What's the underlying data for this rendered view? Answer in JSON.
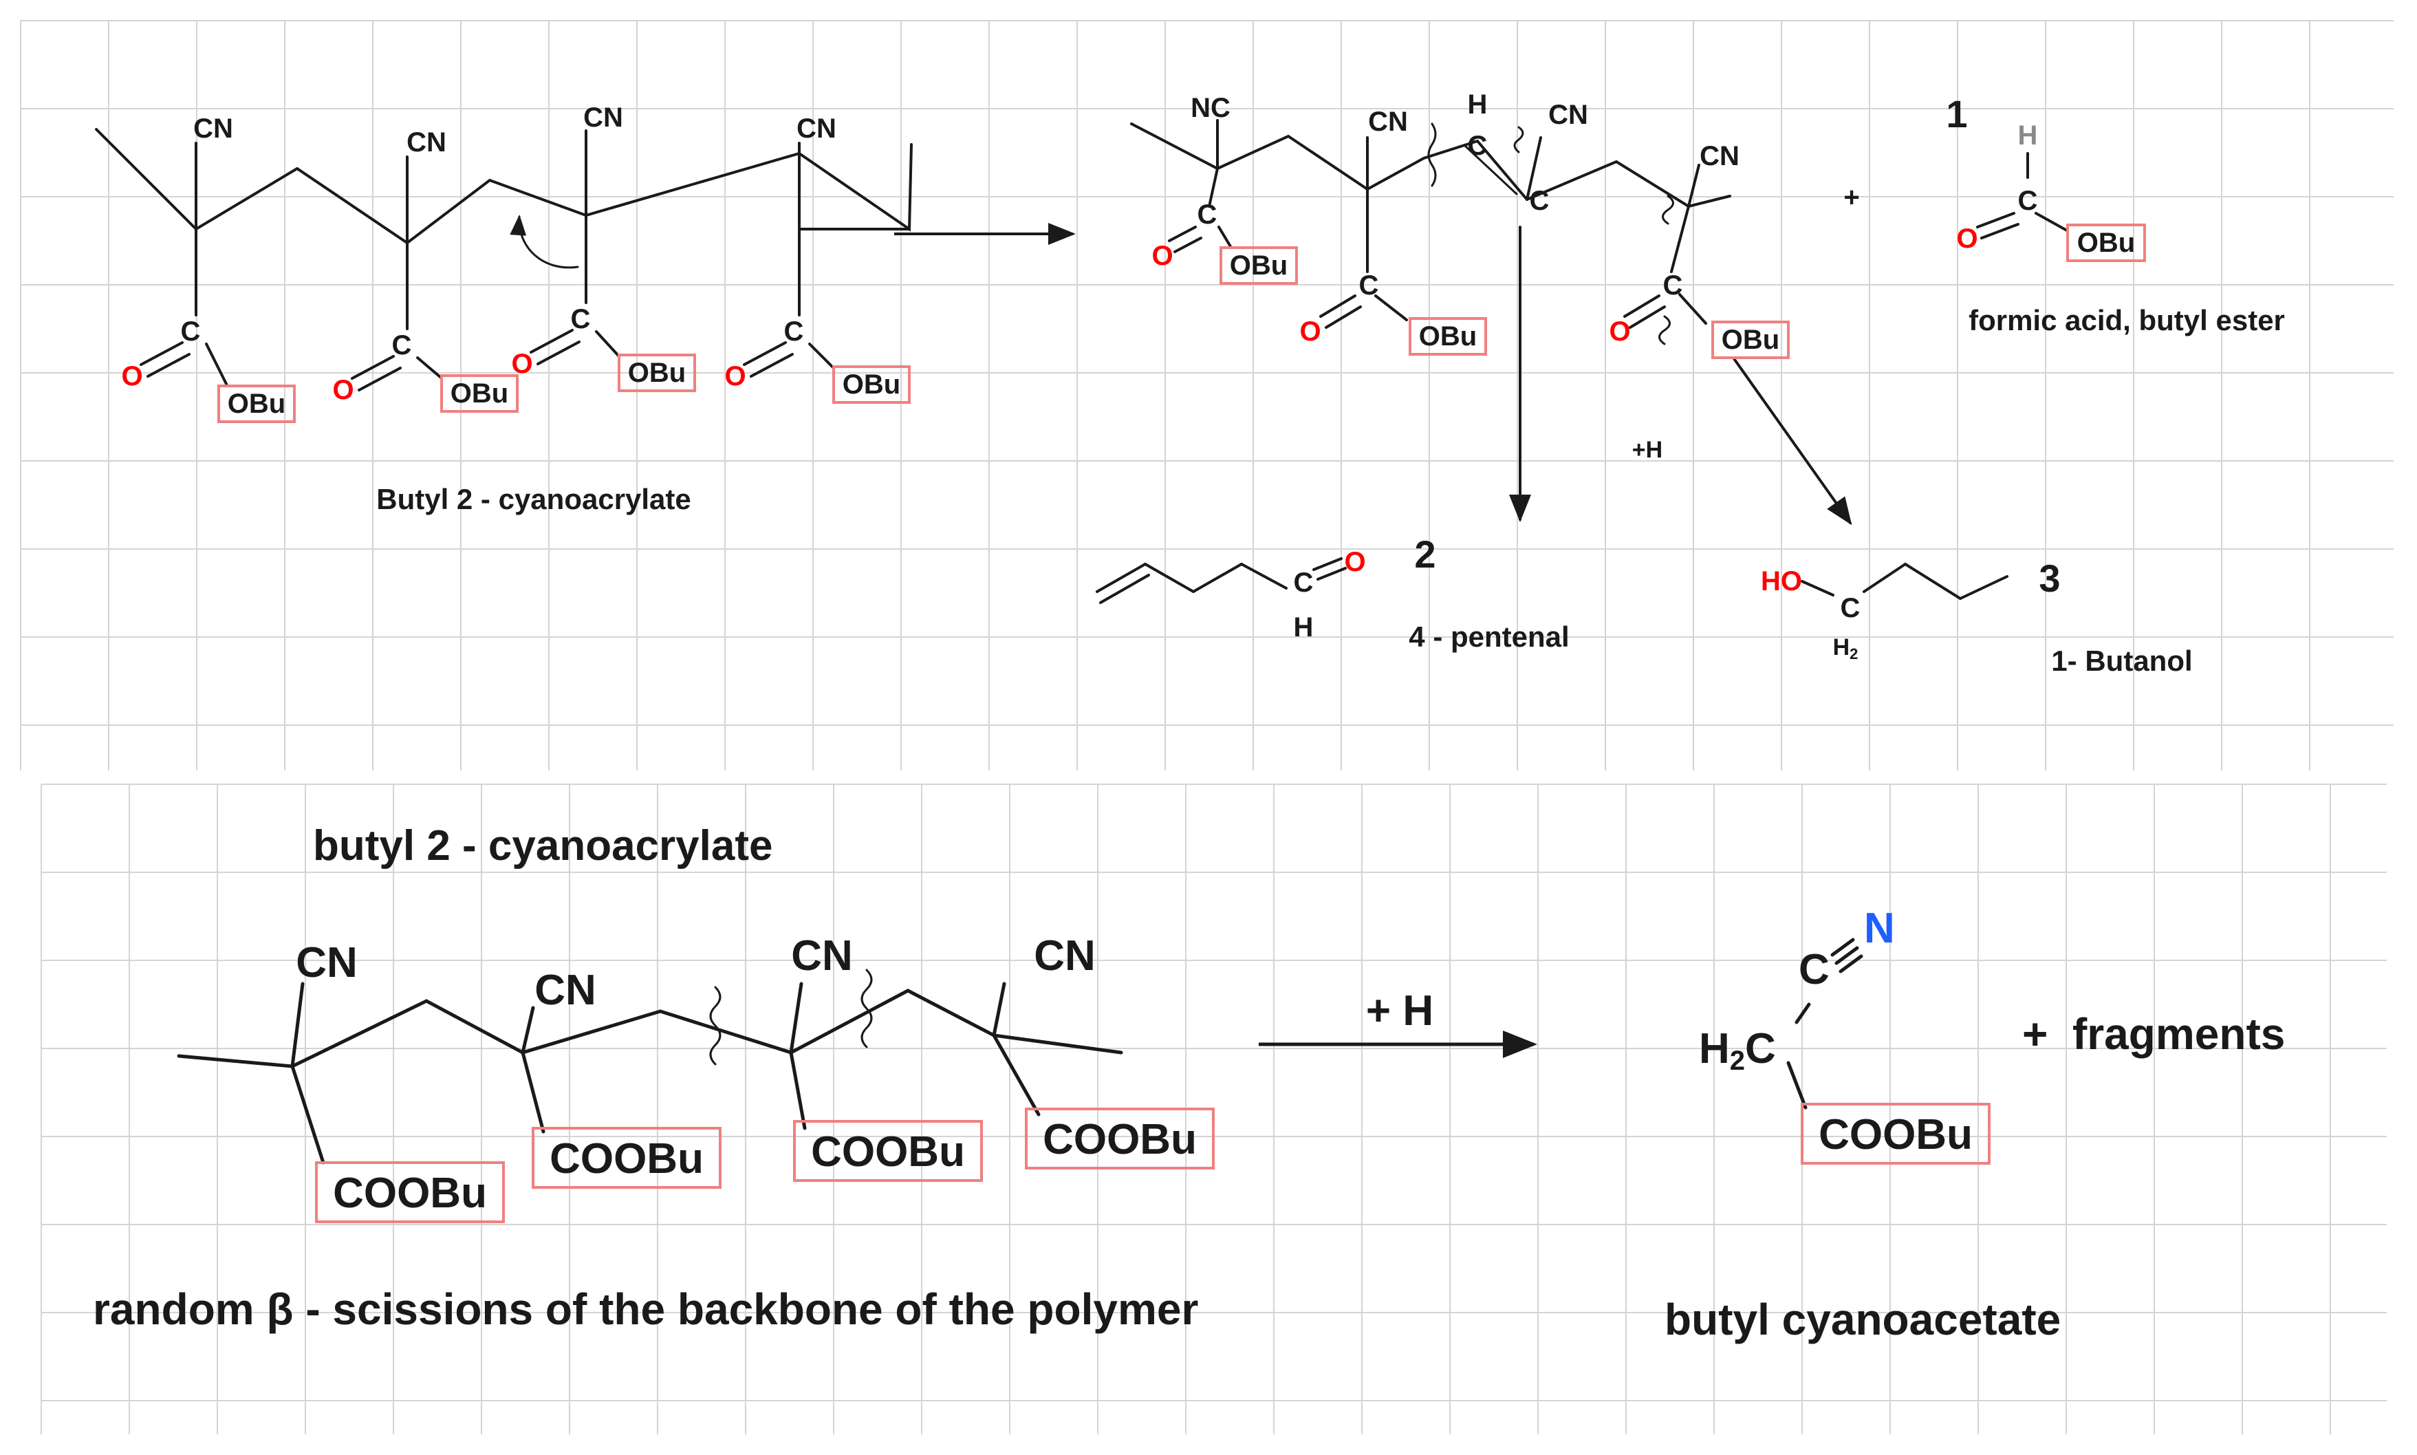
{
  "colors": {
    "grid": "#d4d4d4",
    "bond": "#1a1a1a",
    "oxygen": "#ff0000",
    "nitrogen": "#1f5fff",
    "hydrogen_gray": "#8a8a8a",
    "box": "#f08080"
  },
  "top": {
    "cn": "CN",
    "nc": "NC",
    "c": "C",
    "o": "O",
    "obu": "OBu",
    "h": "H",
    "h2": "H",
    "h2_sub": "2",
    "ho": "HO",
    "plus": "+",
    "plus_h": "+H",
    "label_polymer": "Butyl 2 - cyanoacrylate",
    "num1": "1",
    "num2": "2",
    "num3": "3",
    "label_formic": "formic acid, butyl ester",
    "label_pentenal": "4 - pentenal",
    "label_butanol": "1- Butanol"
  },
  "bottom": {
    "title": "butyl 2 - cyanoacrylate",
    "cn": "CN",
    "coobu": "COOBu",
    "plus_h": "+ H",
    "label_scission": "random β - scissions of the backbone of the polymer",
    "h2c_h": "H",
    "h2c_sub": "2",
    "h2c_c": "C",
    "nitrile_c": "C",
    "nitrile_n": "N",
    "plus_fragments": "+  fragments",
    "label_product": "butyl cyanoacetate"
  }
}
